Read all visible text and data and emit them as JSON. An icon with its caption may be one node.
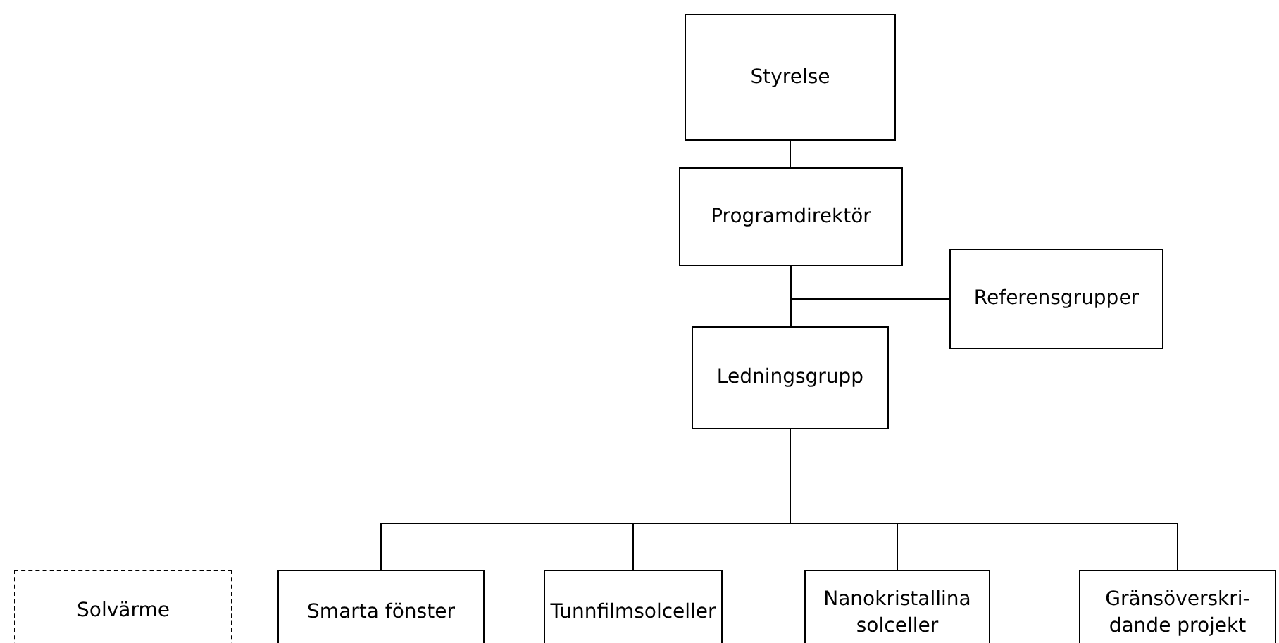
{
  "diagram": {
    "nodes": [
      {
        "text": [
          "Styrelse"
        ]
      },
      {
        "text": [
          "Programdirektör"
        ]
      },
      {
        "text": [
          "Referensgrupper"
        ]
      },
      {
        "text": [
          "Ledningsgrupp"
        ]
      },
      {
        "text": [
          "Solvärme"
        ]
      },
      {
        "text": [
          "Smarta fönster"
        ]
      },
      {
        "text": [
          "Tunnfilmsolceller"
        ]
      },
      {
        "text": [
          "Nanokristallina solceller"
        ]
      },
      {
        "text": [
          "Gränsöverskri-dande projekt"
        ]
      }
    ],
    "edges": [
      {
        "from": 0,
        "to": 1,
        "arrow": "none"
      },
      {
        "from": 1,
        "to": 3,
        "arrow": "none"
      },
      {
        "from": 1,
        "to": 2,
        "arrow": "none"
      },
      {
        "from": 3,
        "to": 5,
        "arrow": "none"
      },
      {
        "from": 3,
        "to": 6,
        "arrow": "none"
      },
      {
        "from": 3,
        "to": 7,
        "arrow": "none"
      },
      {
        "from": 3,
        "to": 8,
        "arrow": "none"
      }
    ]
  }
}
